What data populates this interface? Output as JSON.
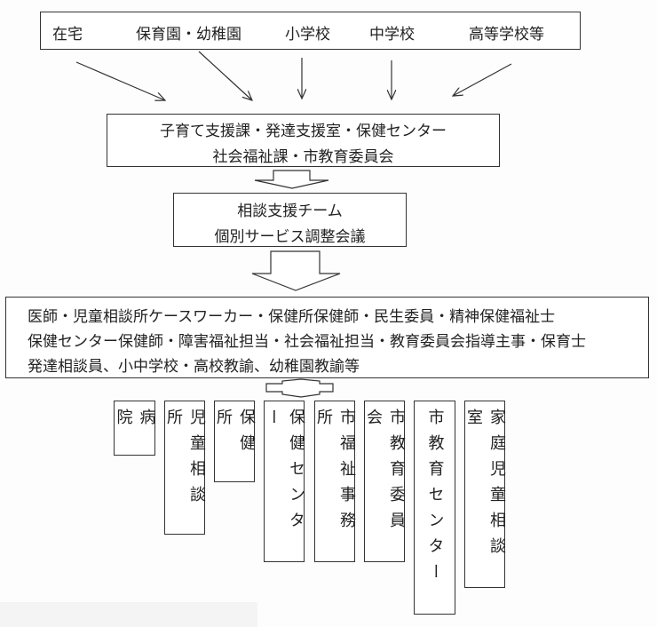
{
  "sources": [
    "在宅",
    "保育園・幼稚園",
    "小学校",
    "中学校",
    "高等学校等"
  ],
  "intake_box": {
    "lines": [
      "子育て支援課・発達支援室・保健センター",
      "社会福祉課・市教育委員会"
    ]
  },
  "team_box": {
    "lines": [
      "相談支援チーム",
      "個別サービス調整会議"
    ]
  },
  "staff_box": {
    "lines": [
      "医師・児童相談所ケースワーカー・保健所保健師・民生委員・精神保健福祉士",
      "保健センター保健師・障害福祉担当・社会福祉担当・教育委員会指導主事・保育士",
      "発達相談員、小中学校・高校教諭、幼稚園教諭等"
    ]
  },
  "agencies": [
    "病院",
    "児童相談所",
    "保健所",
    "保健センター",
    "市福祉事務所",
    "市教育委員会",
    "市教育センター",
    "家庭児童相談室"
  ]
}
